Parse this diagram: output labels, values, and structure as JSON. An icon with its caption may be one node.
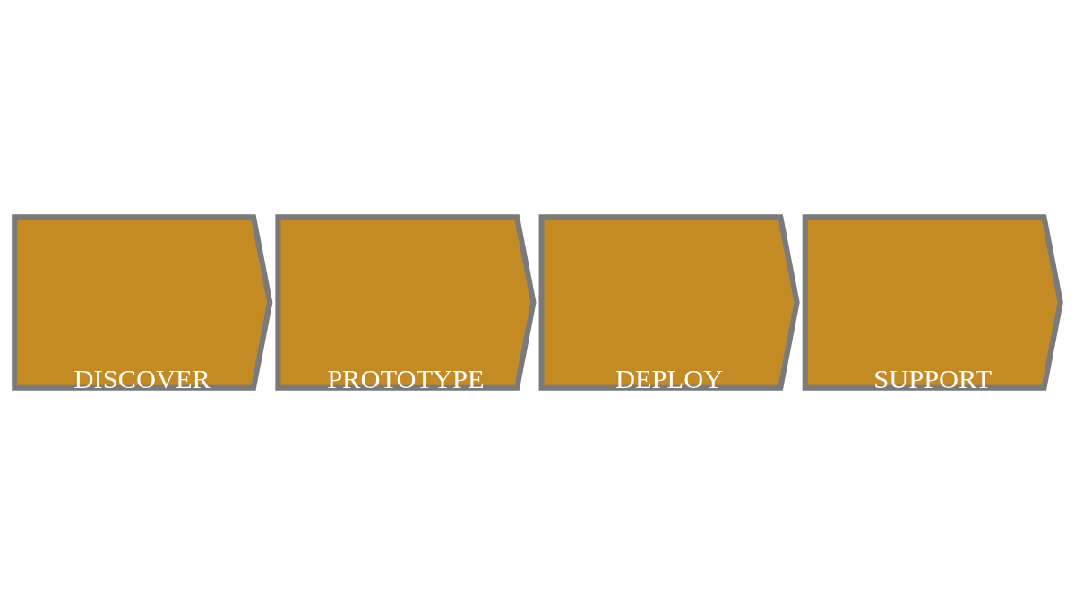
{
  "diagram": {
    "nodes": [
      {
        "text": [
          "DISCOVER"
        ]
      },
      {
        "text": [
          "PROTOTYPE"
        ]
      },
      {
        "text": [
          "DEPLOY"
        ]
      },
      {
        "text": [
          "SUPPORT"
        ]
      }
    ]
  }
}
